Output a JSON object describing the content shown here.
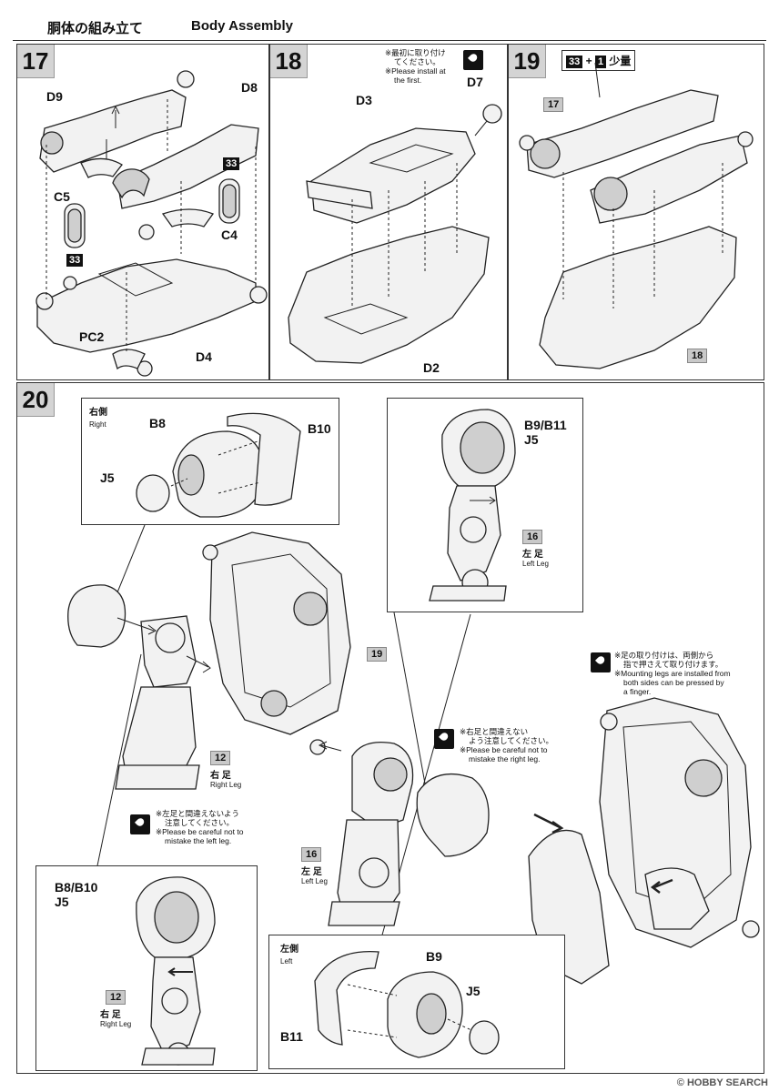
{
  "header": {
    "title_jp": "胴体の組み立て",
    "title_en": "Body Assembly"
  },
  "step17": {
    "number": "17",
    "labels": {
      "d9": "D9",
      "d8": "D8",
      "c5": "C5",
      "c4": "C4",
      "pc2": "PC2",
      "d4": "D4"
    },
    "decal": "33"
  },
  "step18": {
    "number": "18",
    "note_jp_1": "※最初に取り付け",
    "note_jp_2": "てください。",
    "note_en_1": "※Please install at",
    "note_en_2": "the first.",
    "labels": {
      "d7": "D7",
      "d3": "D3",
      "d2": "D2"
    }
  },
  "step19": {
    "number": "19",
    "paint_a": "33",
    "plus": "+",
    "paint_b": "1",
    "amount": "少量",
    "ref_top": "17",
    "ref_bottom": "18"
  },
  "step20": {
    "number": "20",
    "right_box": {
      "side_jp": "右側",
      "side_en": "Right",
      "b8": "B8",
      "b10": "B10",
      "j5": "J5"
    },
    "leftleg_box": {
      "label_1": "B9/B11",
      "label_2": "J5",
      "ref": "16",
      "leg_jp": "左 足",
      "leg_en": "Left Leg"
    },
    "ref_19": "19",
    "right_leg": {
      "ref": "12",
      "leg_jp": "右 足",
      "leg_en": "Right Leg"
    },
    "left_leg": {
      "ref": "16",
      "leg_jp": "左 足",
      "leg_en": "Left Leg"
    },
    "warn_leftleg": {
      "jp_1": "※右足と間違えない",
      "jp_2": "よう注意してください。",
      "en_1": "※Please be careful not to",
      "en_2": "mistake the right leg."
    },
    "warn_rightleg": {
      "jp_1": "※左足と間違えないよう",
      "jp_2": "注意してください。",
      "en_1": "※Please be careful not to",
      "en_2": "mistake the left leg."
    },
    "mount_note": {
      "jp_1": "※足の取り付けは、両側から",
      "jp_2": "指で押さえて取り付けます。",
      "en_1": "※Mounting legs are installed from",
      "en_2": "both sides can be pressed by",
      "en_3": "a finger."
    },
    "rightleg_box": {
      "label_1": "B8/B10",
      "label_2": "J5",
      "ref": "12",
      "leg_jp": "右 足",
      "leg_en": "Right Leg"
    },
    "left_box": {
      "side_jp": "左側",
      "side_en": "Left",
      "b9": "B9",
      "b11": "B11",
      "j5": "J5"
    }
  },
  "watermark": "© HOBBY SEARCH"
}
